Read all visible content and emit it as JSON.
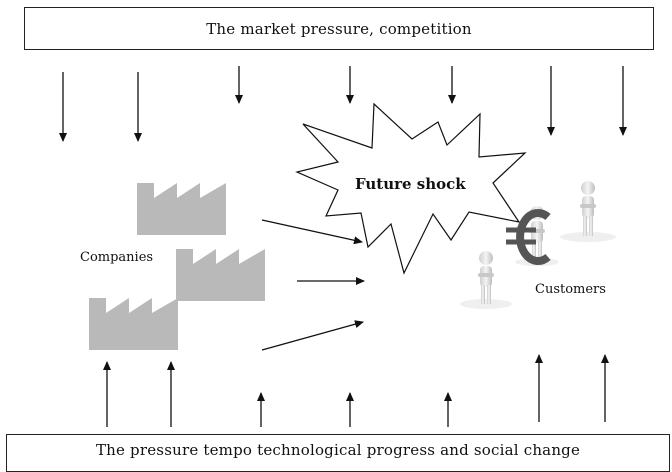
{
  "top_box": {
    "text": "The market pressure, competition"
  },
  "bottom_box": {
    "text": "The pressure tempo technological progress and social change"
  },
  "center": {
    "text": "Future shock"
  },
  "companies": {
    "label": "Companies"
  },
  "customers": {
    "label": "Customers"
  },
  "icons": {
    "factory": "factory-icon",
    "person": "person-icon",
    "euro": "euro-icon"
  },
  "colors": {
    "factory": "#b9b9b9",
    "stroke": "#111111",
    "person": "#d8d8d8",
    "euro": "#555555"
  }
}
